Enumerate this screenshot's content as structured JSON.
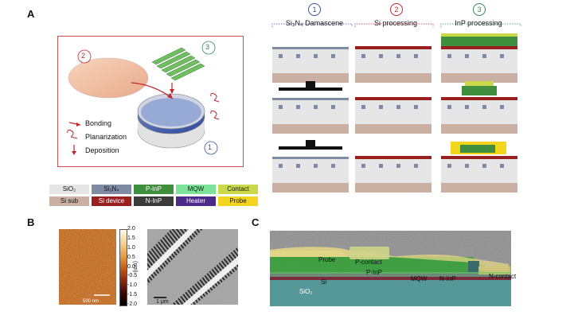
{
  "panels": {
    "a": "A",
    "b": "B",
    "c": "C"
  },
  "overview": {
    "step1": "1",
    "step2": "2",
    "step3": "3",
    "legend_bonding": "Bonding",
    "legend_planarization": "Planarization",
    "legend_deposition": "Deposition"
  },
  "process_columns": [
    {
      "num": "1",
      "title": "Si₃N₄ Damascene"
    },
    {
      "num": "2",
      "title": "Si processing"
    },
    {
      "num": "3",
      "title": "InP processing"
    }
  ],
  "legend": [
    {
      "label": "SiO₂",
      "color": "#e6e6e6",
      "text_color": "#111"
    },
    {
      "label": "Si₃N₄",
      "color": "#7f8ba3",
      "text_color": "#111"
    },
    {
      "label": "P-InP",
      "color": "#3f8f3f",
      "text_color": "#ffffff"
    },
    {
      "label": "MQW",
      "color": "#7de39a",
      "text_color": "#111"
    },
    {
      "label": "Contact",
      "color": "#c9d94a",
      "text_color": "#111"
    },
    {
      "label": "Si sub",
      "color": "#c9b0a2",
      "text_color": "#111"
    },
    {
      "label": "Si device",
      "color": "#9a2020",
      "text_color": "#ffffff"
    },
    {
      "label": "N-InP",
      "color": "#3a3a3a",
      "text_color": "#ffffff"
    },
    {
      "label": "Heater",
      "color": "#4b2a8a",
      "text_color": "#ffffff"
    },
    {
      "label": "Probe",
      "color": "#f2d51c",
      "text_color": "#111"
    }
  ],
  "colorbar": {
    "unit": "(nm)",
    "ticks": [
      "2.0",
      "1.5",
      "1.0",
      "0.5",
      "0.0",
      "-0.5",
      "-1.0",
      "-1.5",
      "-2.0"
    ]
  },
  "scalebars": {
    "afm": "500 nm",
    "sem": "1 μm"
  },
  "cross_section": {
    "probe": "Probe",
    "p_contact": "P-contact",
    "p_inp": "P-InP",
    "mqw": "MQW",
    "n_inp": "N-InP",
    "n_contact": "N-contact",
    "si": "Si",
    "sio2": "SiO₂"
  },
  "colors": {
    "accent_red": "#c0272d",
    "circle_blue": "#3a4fa0",
    "arrow_green": "#2e8b57"
  }
}
